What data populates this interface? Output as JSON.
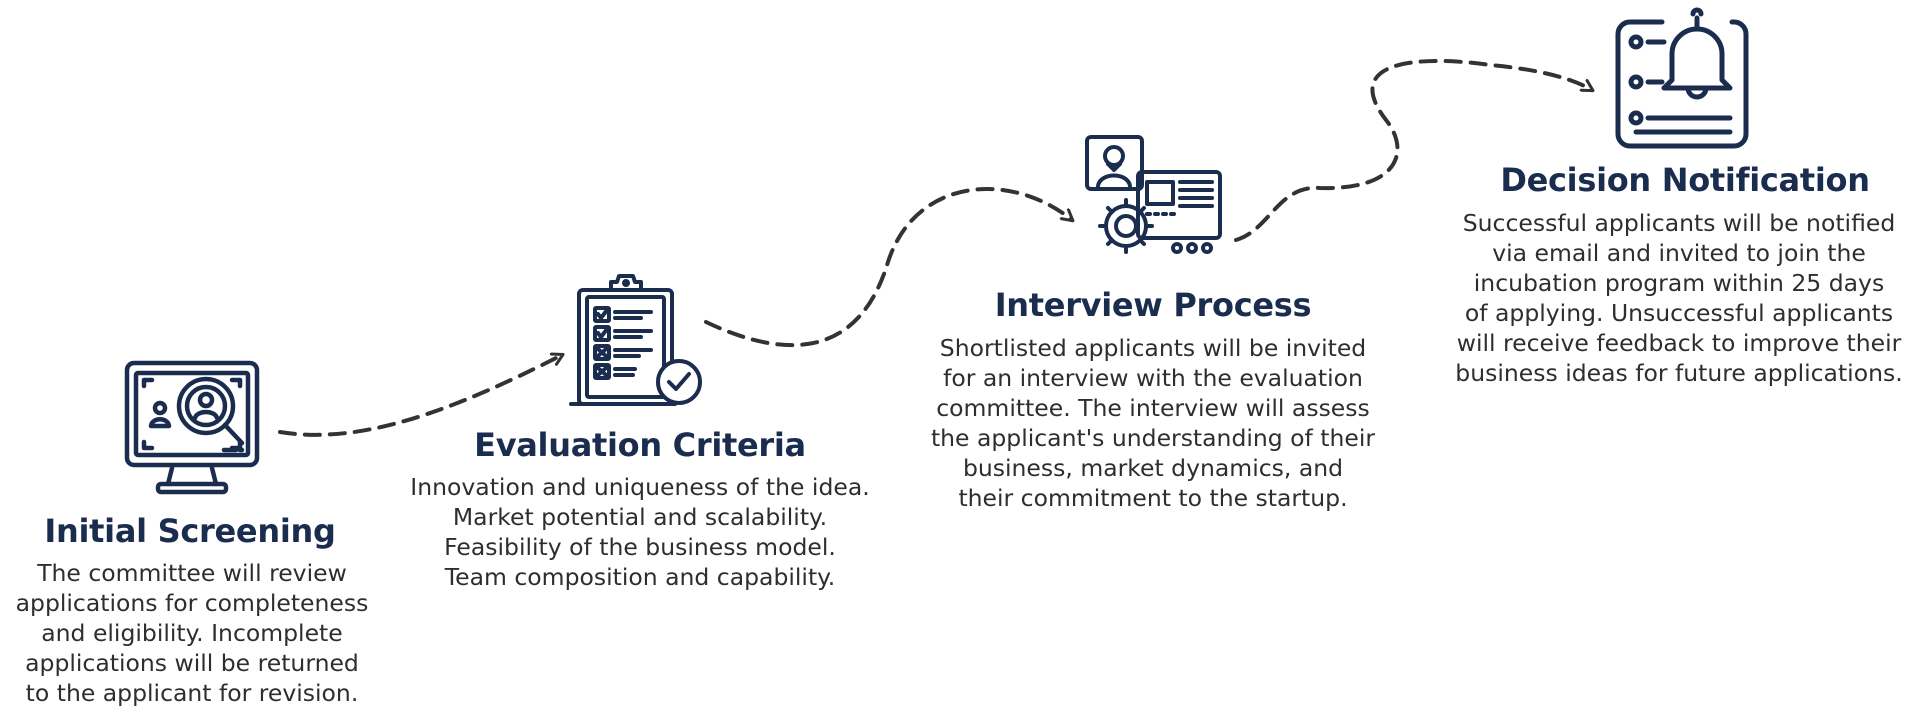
{
  "steps": [
    {
      "id": "initial-screening",
      "icon": "monitor-search-icon",
      "title": "Initial Screening",
      "lines": [
        "The committee will review",
        "applications for completeness",
        "and eligibility. Incomplete",
        "applications will be returned",
        "to the applicant for revision."
      ]
    },
    {
      "id": "evaluation-criteria",
      "icon": "clipboard-checklist-icon",
      "title": "Evaluation Criteria",
      "lines": [
        "Innovation and uniqueness of the idea.",
        "Market potential and scalability.",
        "Feasibility of the business model.",
        "Team composition and capability."
      ]
    },
    {
      "id": "interview-process",
      "icon": "interview-gear-icon",
      "title": "Interview Process",
      "lines": [
        "Shortlisted applicants will be invited",
        "for an interview with the evaluation",
        "committee. The interview will assess",
        "the applicant's understanding of their",
        "business, market dynamics, and",
        "their commitment to the startup."
      ]
    },
    {
      "id": "decision-notification",
      "icon": "bell-notification-icon",
      "title": "Decision Notification",
      "lines": [
        "Successful applicants will be notified",
        "via email and invited to join the",
        "incubation program within 25 days",
        "of applying. Unsuccessful applicants",
        "will receive feedback to improve their",
        "business ideas for future applications."
      ]
    }
  ],
  "colors": {
    "icon": "#1b2d4f",
    "title": "#1b2d4f",
    "body": "#2e2e2e",
    "connector": "#333333"
  }
}
